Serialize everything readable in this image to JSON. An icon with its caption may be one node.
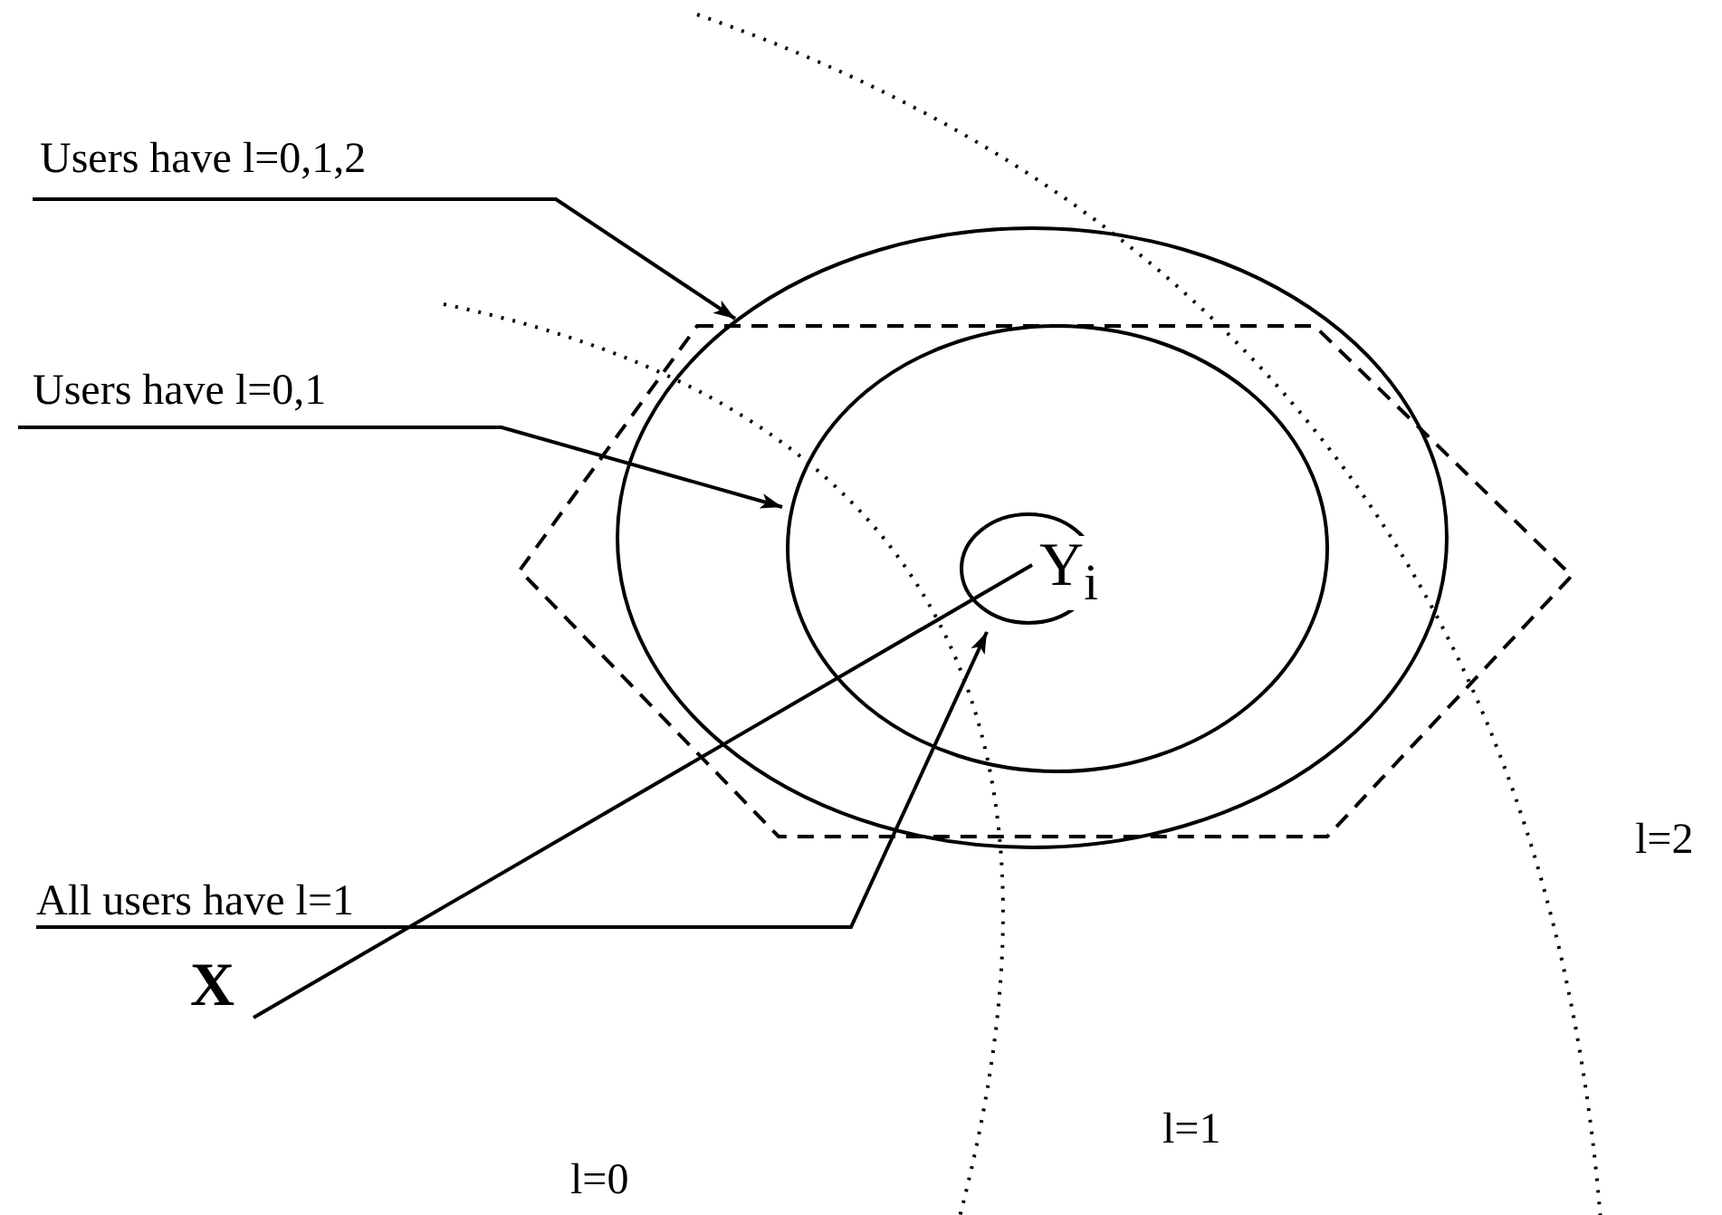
{
  "diagram": {
    "nodes": [
      {
        "text": [
          "Users have l=0,1,2"
        ]
      },
      {
        "text": [],
        "shape": "circle"
      },
      {
        "text": [
          "Users have l=0,1"
        ]
      },
      {
        "text": [],
        "shape": "circle",
        "in": 1
      },
      {
        "text": [
          "All users have l=1"
        ]
      },
      {
        "text": [],
        "shape": "circle",
        "in": 3
      },
      {
        "text": [
          "Y$_{i}$"
        ],
        "in": 3
      },
      {
        "text": [
          "X"
        ]
      }
    ],
    "edges": [
      {
        "from": 0,
        "to": 1,
        "arrow": "to"
      },
      {
        "from": 2,
        "to": 3,
        "arrow": "to"
      },
      {
        "from": 4,
        "to": 5,
        "arrow": "to"
      },
      {
        "from": 7,
        "to": 6,
        "arrow": "none"
      }
    ],
    "labels": [
      "l=2",
      "l=1",
      "l=0"
    ]
  }
}
